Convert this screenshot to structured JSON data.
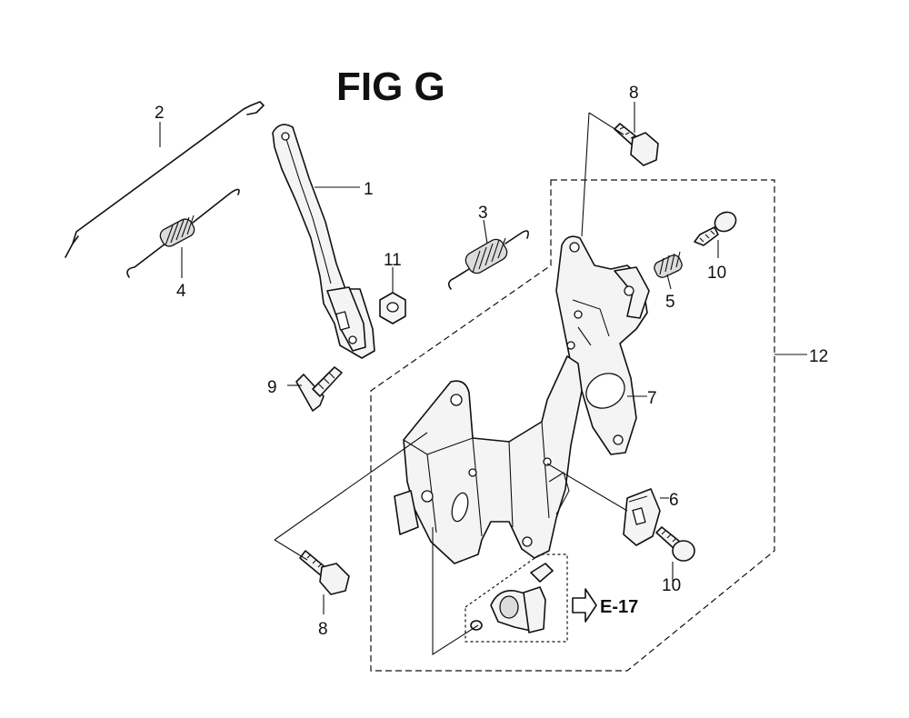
{
  "figure": {
    "title": "FIG G",
    "reference_label": "E-17"
  },
  "callouts": [
    {
      "id": "c1",
      "text": "1"
    },
    {
      "id": "c2",
      "text": "2"
    },
    {
      "id": "c3",
      "text": "3"
    },
    {
      "id": "c4",
      "text": "4"
    },
    {
      "id": "c5",
      "text": "5"
    },
    {
      "id": "c6",
      "text": "6"
    },
    {
      "id": "c7",
      "text": "7"
    },
    {
      "id": "c8a",
      "text": "8"
    },
    {
      "id": "c8b",
      "text": "8"
    },
    {
      "id": "c9",
      "text": "9"
    },
    {
      "id": "c10a",
      "text": "10"
    },
    {
      "id": "c10b",
      "text": "10"
    },
    {
      "id": "c11",
      "text": "11"
    },
    {
      "id": "c12",
      "text": "12"
    }
  ]
}
